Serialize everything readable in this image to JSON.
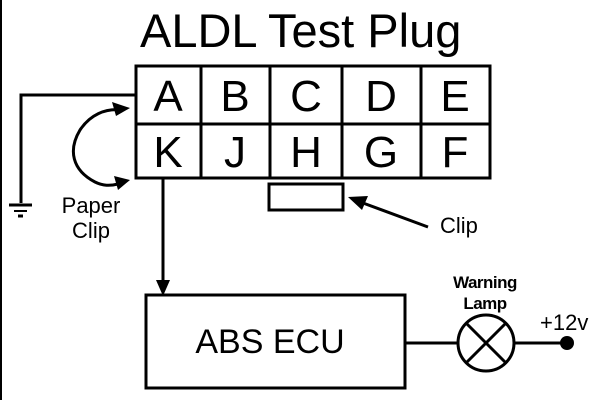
{
  "diagram": {
    "title": "ALDL Test Plug",
    "connector": {
      "top_row": [
        "A",
        "B",
        "C",
        "D",
        "E"
      ],
      "bottom_row": [
        "K",
        "J",
        "H",
        "G",
        "F"
      ]
    },
    "labels": {
      "paper_clip_line1": "Paper",
      "paper_clip_line2": "Clip",
      "clip": "Clip",
      "ecu": "ABS ECU",
      "lamp_line1": "Warning",
      "lamp_line2": "Lamp",
      "voltage": "+12v"
    },
    "icons": {
      "ground": "ground-symbol",
      "lamp": "warning-lamp-symbol",
      "terminal": "power-terminal-dot"
    },
    "colors": {
      "line": "#000000",
      "background": "#ffffff"
    }
  }
}
